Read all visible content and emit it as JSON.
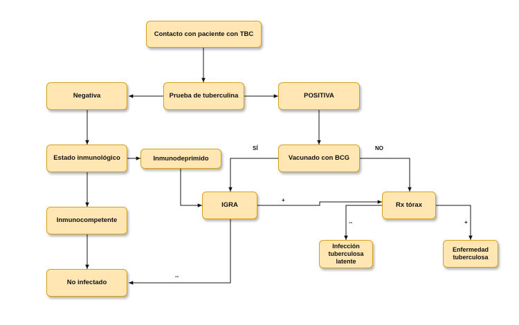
{
  "nodes": {
    "contacto": "Contacto con paciente con TBC",
    "prueba": "Prueba de tuberculina",
    "negativa": "Negativa",
    "positiva": "POSITIVA",
    "estado": "Estado inmunológico",
    "inmunodeprimido": "Inmunodeprimido",
    "vacunado": "Vacunado con BCG",
    "igra": "IGRA",
    "rx": "Rx tórax",
    "inmunocompetente": "Inmunocompetente",
    "infeccion": "Infección tuberculosa latente",
    "enfermedad": "Enfermedad tuberculosa",
    "noinfectado": "No infectado"
  },
  "edge_labels": {
    "si": "SÍ",
    "no": "NO",
    "igra_pos": "+",
    "rx_neg": "--",
    "rx_pos": "+",
    "igra_neg": "--"
  },
  "colors": {
    "node_fill": "#ffe6b3",
    "node_border": "#d4a017",
    "edge": "#111111"
  }
}
